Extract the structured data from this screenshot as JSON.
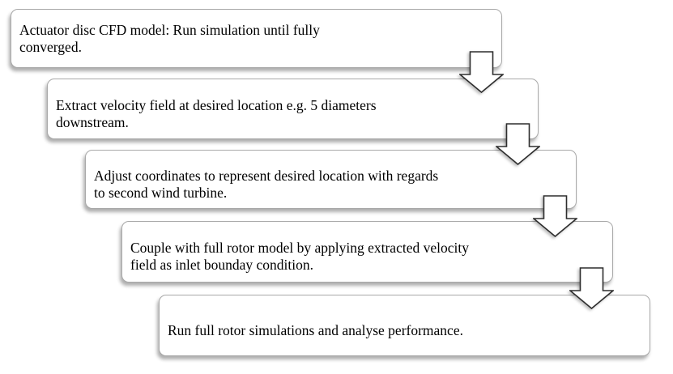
{
  "flowchart": {
    "steps": [
      {
        "text": "Actuator disc CFD model: Run simulation until fully\nconverged."
      },
      {
        "text": "Extract velocity field at desired location e.g. 5 diameters\ndownstream."
      },
      {
        "text": "Adjust coordinates to represent desired location with regards\nto second wind turbine."
      },
      {
        "text": "Couple with full rotor model by applying extracted velocity\nfield as inlet bounday condition."
      },
      {
        "text": "Run full rotor simulations and analyse performance."
      }
    ],
    "connector": "down-block-arrow",
    "colors": {
      "box_fill": "#ffffff",
      "box_border": "#a9a9a9",
      "arrow_fill": "#ffffff",
      "arrow_outline": "#2e2e2e",
      "text": "#000000",
      "background": "#ffffff"
    }
  }
}
